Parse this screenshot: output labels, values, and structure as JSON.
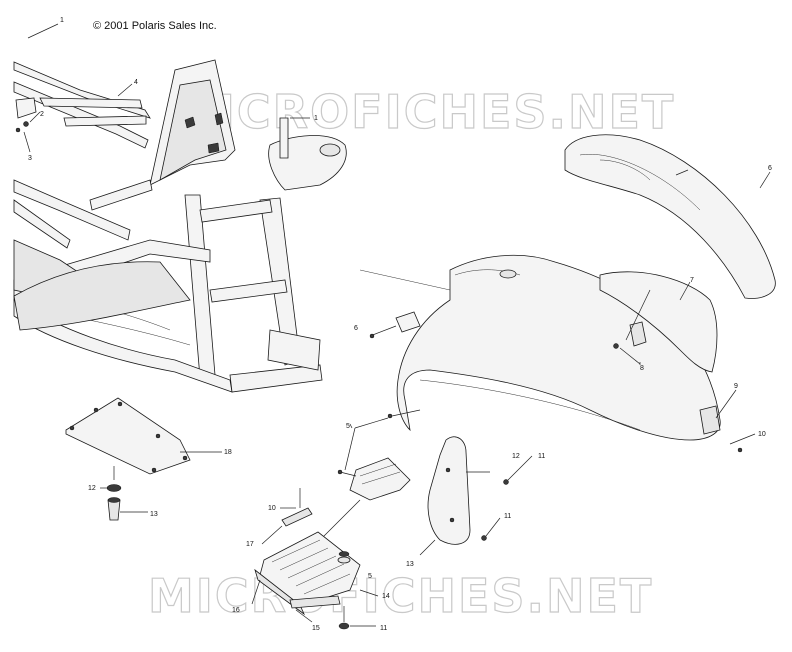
{
  "copyright": "© 2001 Polaris Sales Inc.",
  "watermark": "MICROFICHES.NET",
  "callouts": [
    {
      "id": "c1a",
      "text": "1"
    },
    {
      "id": "c2",
      "text": "2"
    },
    {
      "id": "c3",
      "text": "3"
    },
    {
      "id": "c4",
      "text": "4"
    },
    {
      "id": "c1b",
      "text": "1"
    },
    {
      "id": "c6a",
      "text": "6"
    },
    {
      "id": "c7",
      "text": "7"
    },
    {
      "id": "c6b",
      "text": "6"
    },
    {
      "id": "c8",
      "text": "8"
    },
    {
      "id": "c9",
      "text": "9"
    },
    {
      "id": "c10",
      "text": "10"
    },
    {
      "id": "c5a",
      "text": "5"
    },
    {
      "id": "c12a",
      "text": "12"
    },
    {
      "id": "c11a",
      "text": "11"
    },
    {
      "id": "c11b",
      "text": "11"
    },
    {
      "id": "c18",
      "text": "18"
    },
    {
      "id": "c12b",
      "text": "12"
    },
    {
      "id": "c13a",
      "text": "13"
    },
    {
      "id": "c10b",
      "text": "10"
    },
    {
      "id": "c17",
      "text": "17"
    },
    {
      "id": "c5b",
      "text": "5"
    },
    {
      "id": "c14",
      "text": "14"
    },
    {
      "id": "c16",
      "text": "16"
    },
    {
      "id": "c15",
      "text": "15"
    },
    {
      "id": "c11c",
      "text": "11"
    },
    {
      "id": "c13b",
      "text": "13"
    }
  ]
}
